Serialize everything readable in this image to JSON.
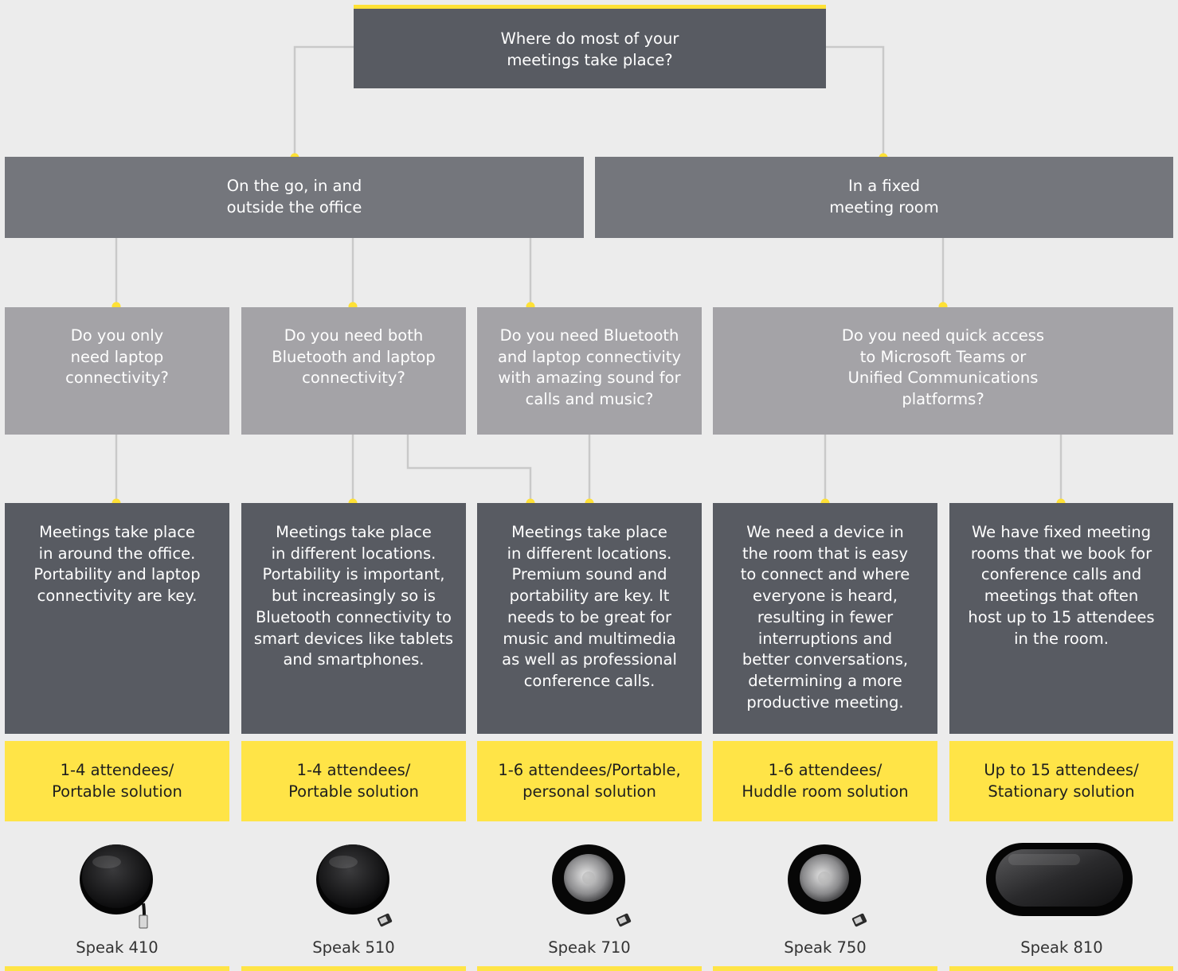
{
  "question": "Where do most of your\nmeetings take place?",
  "locations": [
    "On the go, in and\noutside the office",
    "In a fixed\nmeeting room"
  ],
  "needs": [
    "Do you only\nneed laptop\nconnectivity?",
    "Do you need both\nBluetooth and laptop\nconnectivity?",
    "Do you need Bluetooth\nand laptop connectivity\nwith amazing sound for\ncalls and music?",
    "Do you need quick access\nto Microsoft Teams or\nUnified Communications\nplatforms?"
  ],
  "scenarios": [
    "Meetings take place\nin around the office.\nPortability and laptop\nconnectivity are key.",
    "Meetings take place\nin different locations.\nPortability is important,\nbut increasingly so is\nBluetooth connectivity to\nsmart devices like tablets\nand smartphones.",
    "Meetings take place\nin different locations.\nPremium sound and\nportability are key. It\nneeds to be great for\nmusic and multimedia\nas well as professional\nconference calls.",
    "We need a device in\nthe room that is easy\nto connect and where\neveryone is heard,\nresulting in fewer\ninterruptions and\nbetter conversations,\ndetermining a more\nproductive meeting.",
    "We have fixed meeting\nrooms that we book for\nconference calls and\nmeetings that often\nhost up to 15 attendees\nin the room."
  ],
  "solutions": [
    "1-4 attendees/\nPortable solution",
    "1-4 attendees/\nPortable solution",
    "1-6 attendees/Portable,\npersonal solution",
    "1-6 attendees/\nHuddle room solution",
    "Up to 15 attendees/\nStationary solution"
  ],
  "products": [
    {
      "name": "Speak 410",
      "icon": "speaker-410-icon"
    },
    {
      "name": "Speak 510",
      "icon": "speaker-510-icon"
    },
    {
      "name": "Speak 710",
      "icon": "speaker-710-icon"
    },
    {
      "name": "Speak 750",
      "icon": "speaker-750-icon"
    },
    {
      "name": "Speak 810",
      "icon": "speaker-810-icon"
    }
  ],
  "colors": {
    "accent_yellow": "#ffe447",
    "dark_box": "#585b62",
    "mid_box": "#74767c",
    "light_box": "#a4a3a7",
    "connector": "#c8c8c8"
  }
}
